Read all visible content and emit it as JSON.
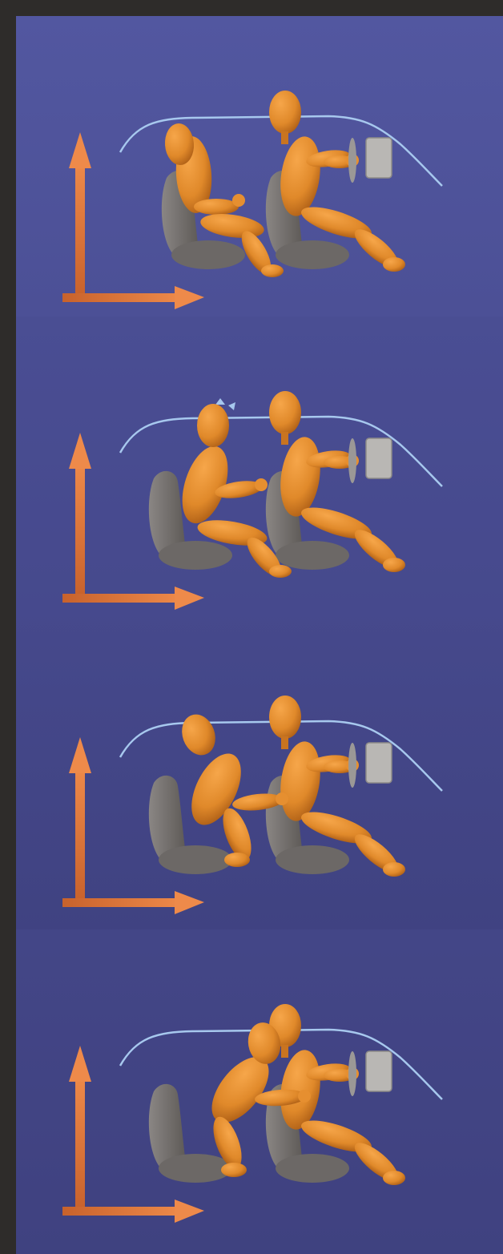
{
  "illustration": {
    "panel_count": 4,
    "colors": {
      "frame": "#2e2c2a",
      "background_top": "#4f5396",
      "background_mid": "#3d3f7e",
      "figure": "#e0892a",
      "figure_shadow": "#a85a14",
      "seat": "#7a7674",
      "seat_shadow": "#55524f",
      "roof_line": "#a7c8ee",
      "arrow": "#e07a3a",
      "dash_panel": "#b9b7b4"
    },
    "panels": [
      {
        "stage": 1,
        "icon": "passenger-seated-upright"
      },
      {
        "stage": 2,
        "icon": "passenger-leaning-forward"
      },
      {
        "stage": 3,
        "icon": "passenger-pitched-forward"
      },
      {
        "stage": 4,
        "icon": "passenger-colliding-with-driver"
      }
    ]
  }
}
